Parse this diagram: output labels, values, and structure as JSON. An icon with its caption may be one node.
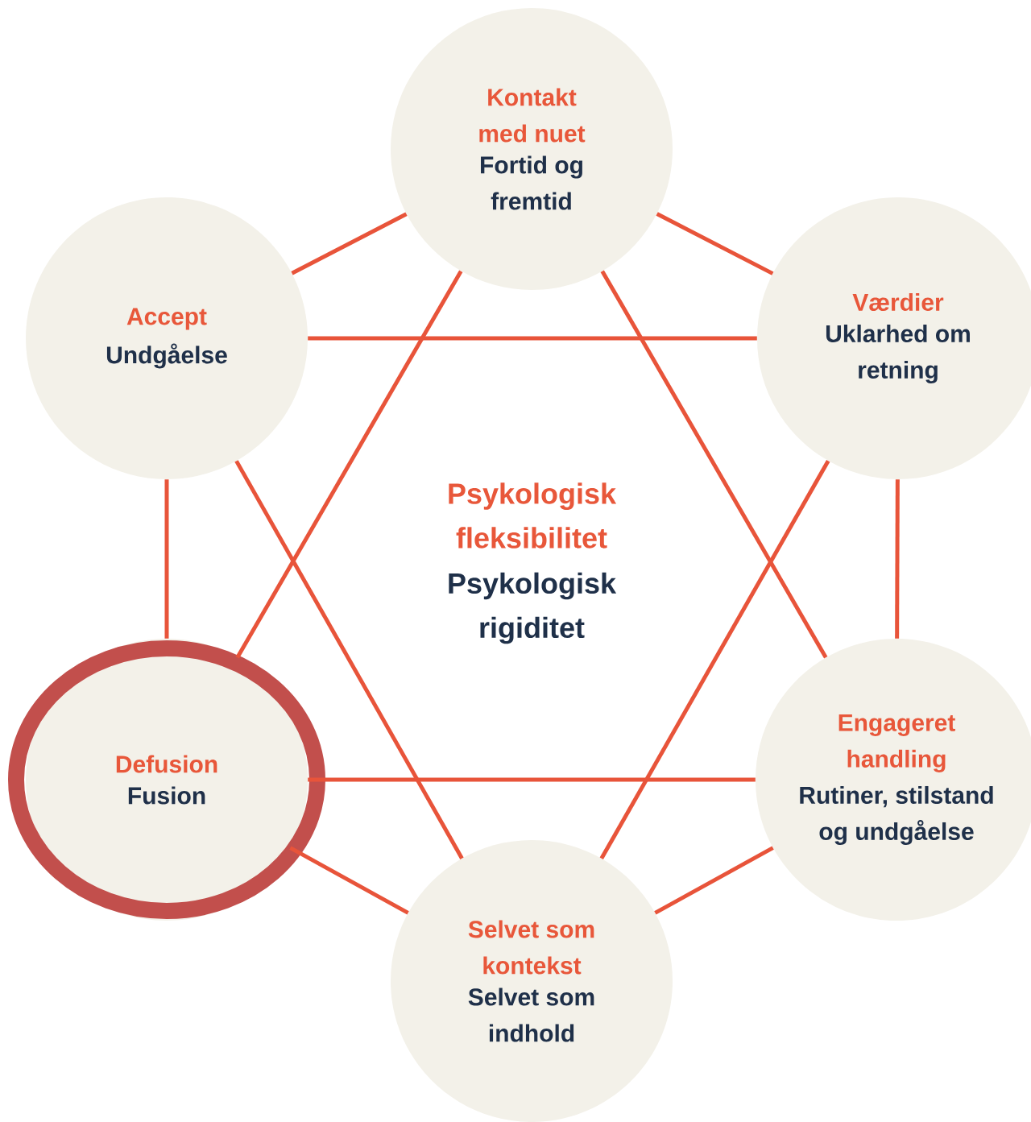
{
  "diagram": {
    "nodes": [
      {
        "text": [
          "Kontakt med nuet",
          "Fortid og fremtid"
        ]
      },
      {
        "text": [
          "Accept",
          "Undgåelse"
        ]
      },
      {
        "text": [
          "Værdier",
          "Uklarhed om retning"
        ]
      },
      {
        "text": [
          "Defusion",
          "Fusion"
        ]
      },
      {
        "text": [
          "Engageret handling",
          "Rutiner, stilstand og undgåelse"
        ]
      },
      {
        "text": [
          "Selvet som kontekst",
          "Selvet som indhold"
        ]
      }
    ],
    "edges": [
      {
        "from": 0,
        "to": 1,
        "arrow": "none"
      },
      {
        "from": 0,
        "to": 2,
        "arrow": "none"
      },
      {
        "from": 1,
        "to": 3,
        "arrow": "none"
      },
      {
        "from": 2,
        "to": 4,
        "arrow": "none"
      },
      {
        "from": 3,
        "to": 5,
        "arrow": "none"
      },
      {
        "from": 4,
        "to": 5,
        "arrow": "none"
      },
      {
        "from": 1,
        "to": 2,
        "arrow": "none"
      },
      {
        "from": 3,
        "to": 4,
        "arrow": "none"
      },
      {
        "from": 0,
        "to": 3,
        "arrow": "none"
      },
      {
        "from": 0,
        "to": 4,
        "arrow": "none"
      },
      {
        "from": 1,
        "to": 5,
        "arrow": "none"
      },
      {
        "from": 2,
        "to": 5,
        "arrow": "none"
      }
    ],
    "labels": [
      "Psykologisk fleksibilitet",
      "Psykologisk rigiditet"
    ]
  }
}
